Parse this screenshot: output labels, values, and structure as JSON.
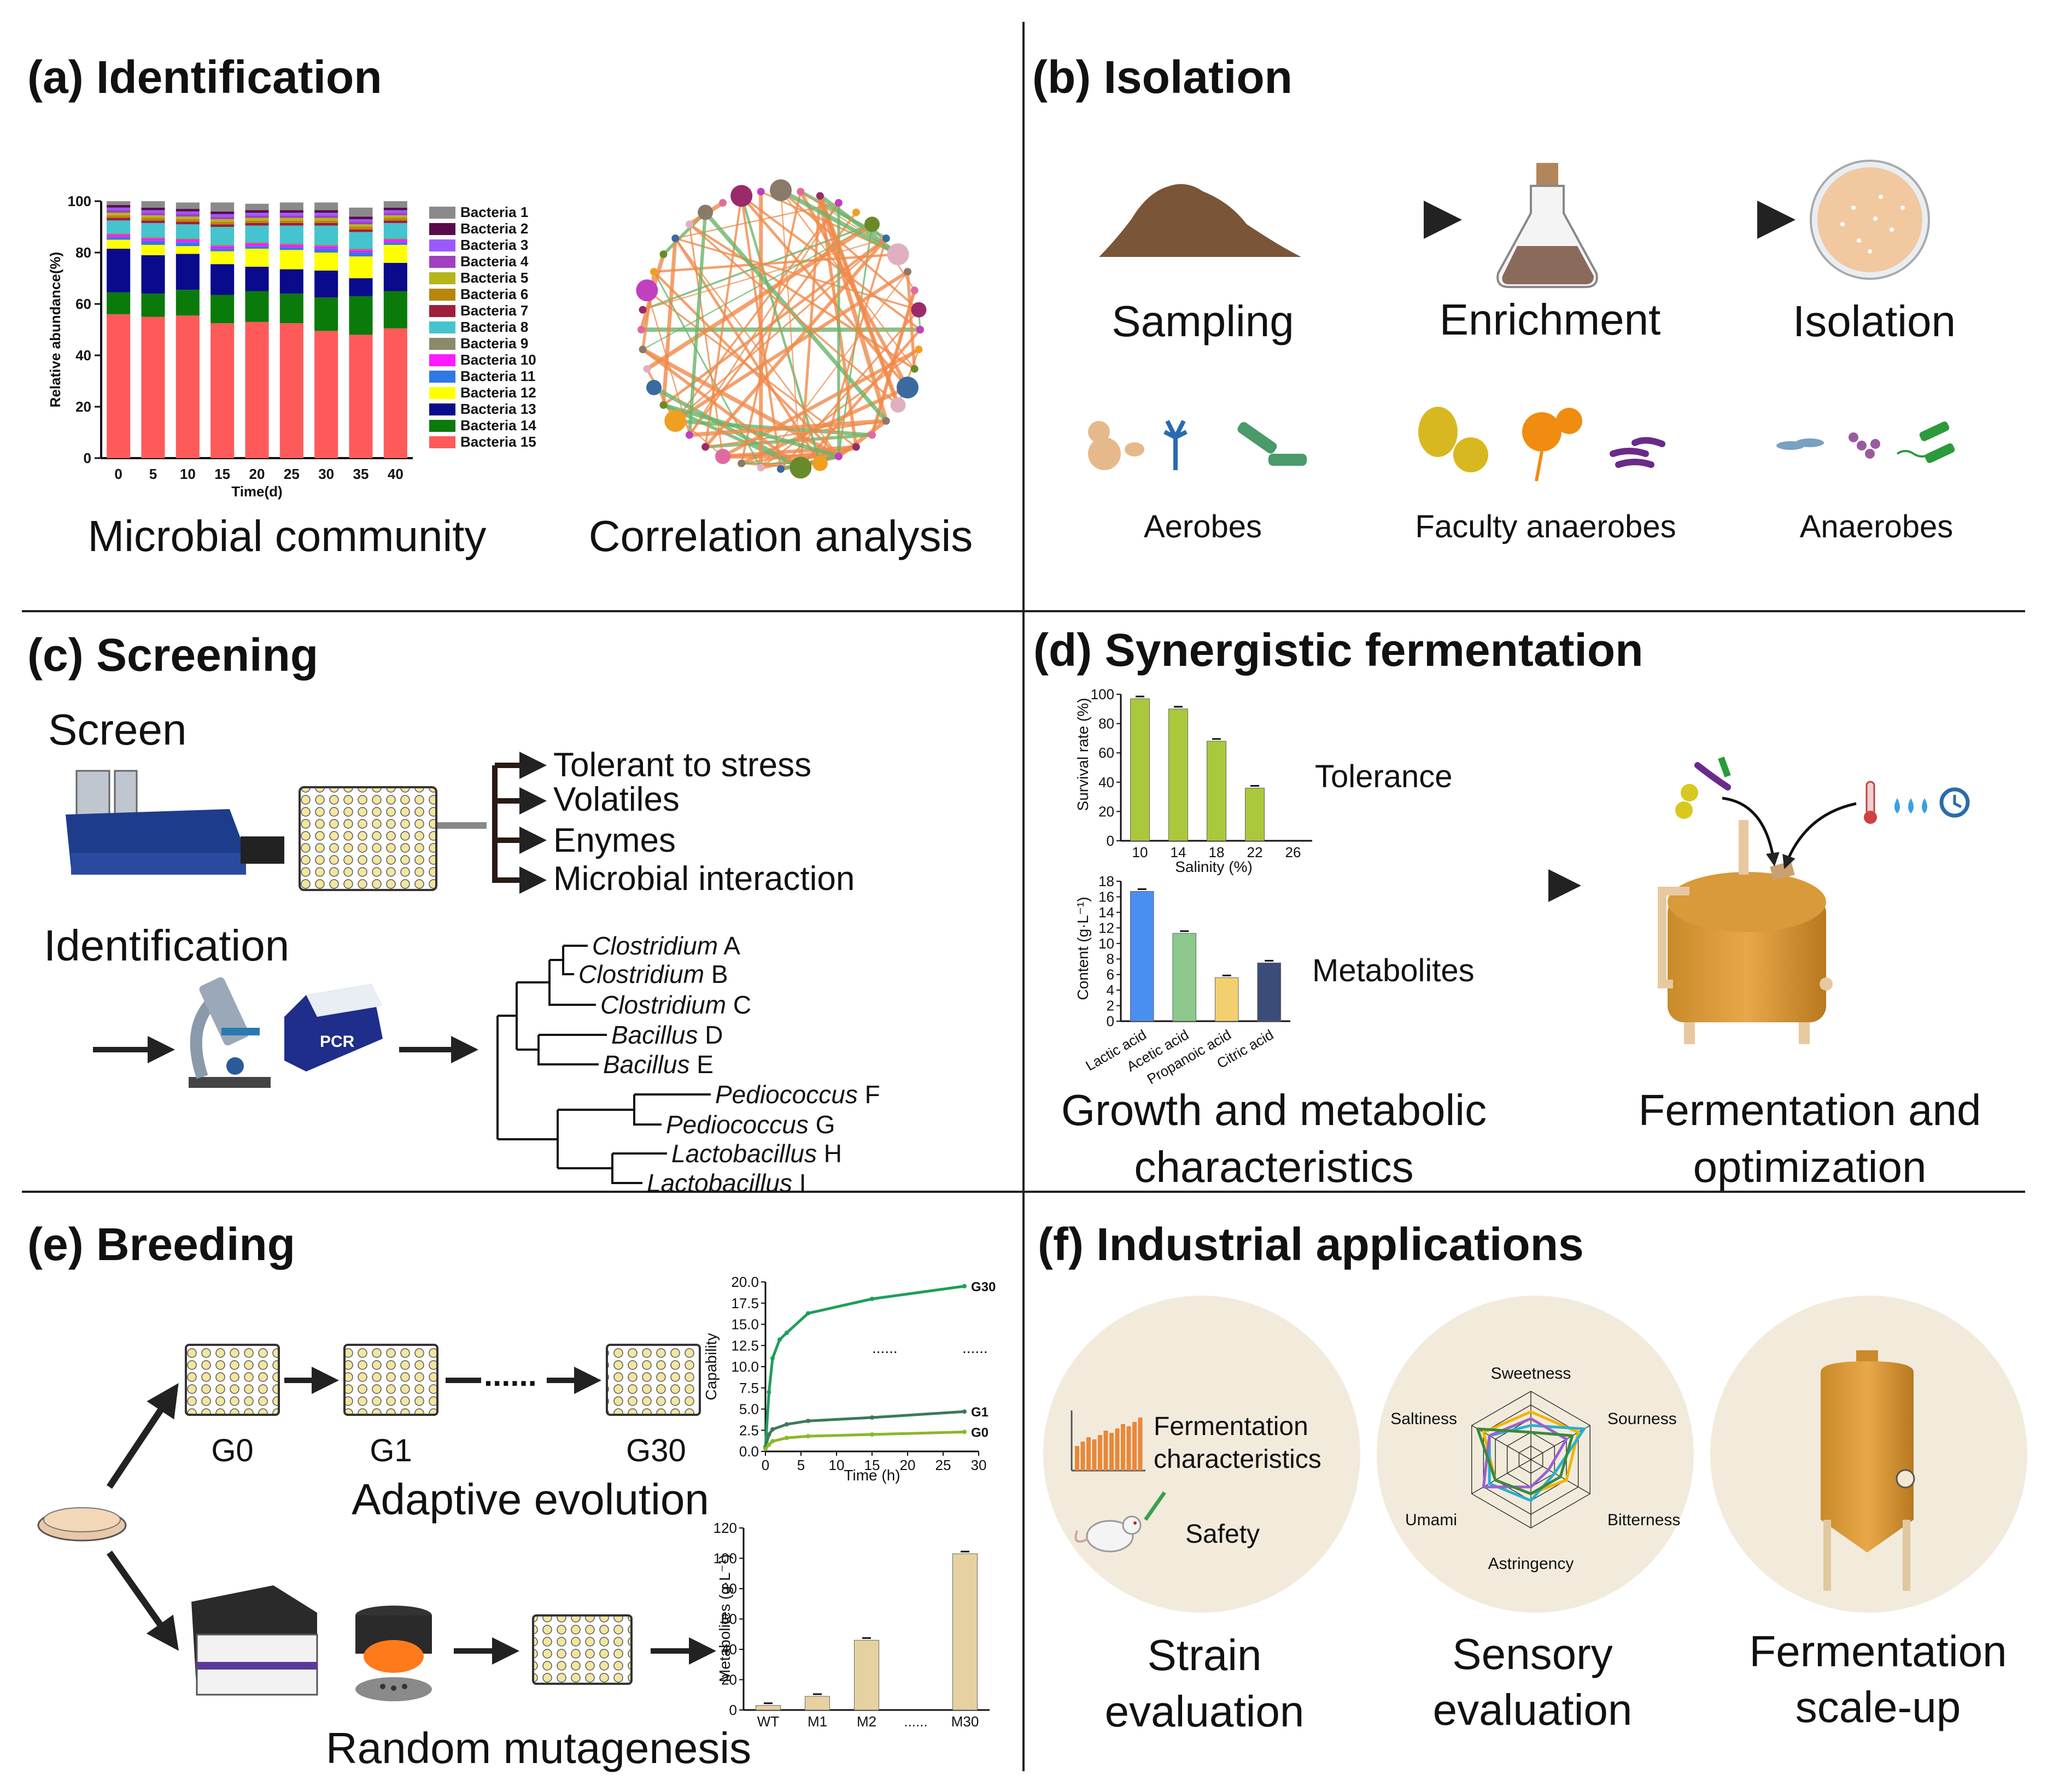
{
  "panels": {
    "a": {
      "heading": "(a) Identification",
      "cap1": "Microbial community",
      "cap2": "Correlation analysis"
    },
    "b": {
      "heading": "(b) Isolation",
      "steps": [
        "Sampling",
        "Enrichment",
        "Isolation"
      ],
      "types": [
        "Aerobes",
        "Faculty anaerobes",
        "Anaerobes"
      ]
    },
    "c": {
      "heading": "(c) Screening",
      "screen": "Screen",
      "targets": [
        "Tolerant to stress",
        "Volatiles",
        "Enymes",
        "Microbial interaction"
      ],
      "identification": "Identification",
      "pcr": "PCR",
      "tree": [
        {
          "genus": "Clostridium",
          "tag": "A"
        },
        {
          "genus": "Clostridium",
          "tag": "B"
        },
        {
          "genus": "Clostridium",
          "tag": "C"
        },
        {
          "genus": "Bacillus",
          "tag": "D"
        },
        {
          "genus": "Bacillus",
          "tag": "E"
        },
        {
          "genus": "Pediococcus",
          "tag": "F"
        },
        {
          "genus": "Pediococcus",
          "tag": "G"
        },
        {
          "genus": "Lactobacillus",
          "tag": "H"
        },
        {
          "genus": "Lactobacillus",
          "tag": "I"
        }
      ]
    },
    "d": {
      "heading": "(d) Synergistic fermentation",
      "tolerance": "Tolerance",
      "metabolites": "Metabolites",
      "cap1a": "Growth and metabolic",
      "cap1b": "characteristics",
      "cap2a": "Fermentation and",
      "cap2b": "optimization"
    },
    "e": {
      "heading": "(e) Breeding",
      "gens": [
        "G0",
        "G1",
        "G30"
      ],
      "dots": "......",
      "adaptive": "Adaptive evolution",
      "random": "Random mutagenesis"
    },
    "f": {
      "heading": "(f) Industrial applications",
      "ferm_char_1": "Fermentation",
      "ferm_char_2": "characteristics",
      "safety": "Safety",
      "cap1a": "Strain",
      "cap1b": "evaluation",
      "cap2a": "Sensory",
      "cap2b": "evaluation",
      "cap3a": "Fermentation",
      "cap3b": "scale-up",
      "radar_axes": [
        "Sweetness",
        "Sourness",
        "Bitterness",
        "Astringency",
        "Umami",
        "Saltiness"
      ]
    }
  },
  "chart_data": [
    {
      "id": "community",
      "type": "bar",
      "stacked": true,
      "ylabel": "Relative abundance(%)",
      "xlabel": "Time(d)",
      "ylim": [
        0,
        100
      ],
      "yticks": [
        0,
        20,
        40,
        60,
        80,
        100
      ],
      "categories": [
        "0",
        "5",
        "10",
        "15",
        "20",
        "25",
        "30",
        "35",
        "40"
      ],
      "series": [
        {
          "name": "Bacteria 15",
          "color": "#ff5a5a",
          "values": [
            56,
            55,
            55.5,
            52.5,
            53,
            52.5,
            49.5,
            48,
            50.5
          ]
        },
        {
          "name": "Bacteria 14",
          "color": "#0a7a0a",
          "values": [
            8.5,
            9,
            10,
            11,
            12,
            11.5,
            13,
            15,
            14.5
          ]
        },
        {
          "name": "Bacteria 13",
          "color": "#0a0a8c",
          "values": [
            17,
            15,
            14,
            12,
            9.5,
            9.5,
            10.5,
            7,
            11
          ]
        },
        {
          "name": "Bacteria 12",
          "color": "#ffff00",
          "values": [
            3.5,
            4,
            3,
            5,
            7,
            7.5,
            7,
            8.5,
            7
          ]
        },
        {
          "name": "Bacteria 11",
          "color": "#2e79e6",
          "values": [
            1,
            1.5,
            1.5,
            1,
            1,
            1,
            1.5,
            1.5,
            1
          ]
        },
        {
          "name": "Bacteria 10",
          "color": "#ff1aff",
          "values": [
            1,
            1,
            1,
            1,
            1,
            1,
            1,
            1,
            1
          ]
        },
        {
          "name": "Bacteria 9",
          "color": "#8a8a6a",
          "values": [
            0.5,
            0.5,
            0.5,
            0.5,
            0.5,
            0.5,
            0.5,
            0.5,
            0.5
          ]
        },
        {
          "name": "Bacteria 8",
          "color": "#45c3cf",
          "values": [
            5,
            5.5,
            5.5,
            7,
            6.5,
            7,
            7.5,
            6.5,
            6
          ]
        },
        {
          "name": "Bacteria 7",
          "color": "#a01e3c",
          "values": [
            1,
            1,
            1,
            1,
            1,
            1,
            1,
            1,
            1
          ]
        },
        {
          "name": "Bacteria 6",
          "color": "#b8860b",
          "values": [
            1,
            1,
            1,
            1,
            1,
            1,
            1,
            1,
            1
          ]
        },
        {
          "name": "Bacteria 5",
          "color": "#b5b51a",
          "values": [
            1,
            1,
            1,
            1,
            1,
            1,
            1,
            1,
            1
          ]
        },
        {
          "name": "Bacteria 4",
          "color": "#a040c0",
          "values": [
            1,
            1,
            1,
            1,
            1,
            1,
            1,
            1,
            1
          ]
        },
        {
          "name": "Bacteria 3",
          "color": "#9a5aff",
          "values": [
            1,
            1,
            1,
            1,
            1,
            1,
            1,
            1,
            1
          ]
        },
        {
          "name": "Bacteria 2",
          "color": "#5a0a4a",
          "values": [
            1,
            1,
            1,
            1,
            1,
            1,
            1,
            1,
            1
          ]
        },
        {
          "name": "Bacteria 1",
          "color": "#8a8a8a",
          "values": [
            1.5,
            2.5,
            2.5,
            3.5,
            2.5,
            3,
            3,
            3.5,
            2.5
          ]
        }
      ]
    },
    {
      "id": "salinity",
      "type": "bar",
      "ylabel": "Survival rate (%)",
      "xlabel": "Salinity (%)",
      "ylim": [
        0,
        100
      ],
      "yticks": [
        0,
        20,
        40,
        60,
        80,
        100
      ],
      "categories": [
        "10",
        "14",
        "18",
        "22",
        "26"
      ],
      "values": [
        97,
        90,
        68,
        36,
        0
      ],
      "color": "#aac83c"
    },
    {
      "id": "metabolites",
      "type": "bar",
      "ylabel": "Content (g·L⁻¹)",
      "ylim": [
        0,
        18
      ],
      "yticks": [
        0,
        2,
        4,
        6,
        8,
        10,
        12,
        14,
        16,
        18
      ],
      "categories": [
        "Lactic acid",
        "Acetic acid",
        "Propanoic acid",
        "Citric acid"
      ],
      "values": [
        16.7,
        11.3,
        5.6,
        7.5
      ],
      "colors": [
        "#4a8ef0",
        "#8cc88c",
        "#f2d070",
        "#3c4c78"
      ]
    },
    {
      "id": "capability",
      "type": "line",
      "ylabel": "Capability",
      "xlabel": "Time (h)",
      "xlim": [
        0,
        30
      ],
      "ylim": [
        0,
        20
      ],
      "xticks": [
        0,
        5,
        10,
        15,
        20,
        25,
        30
      ],
      "yticks": [
        0.0,
        2.5,
        5.0,
        7.5,
        10.0,
        12.5,
        15.0,
        17.5,
        20.0
      ],
      "series": [
        {
          "name": "G30",
          "color": "#1e9e5a",
          "x": [
            0,
            0.5,
            1,
            2,
            3,
            6,
            15,
            28
          ],
          "y": [
            0.5,
            7,
            11,
            13.2,
            14,
            16.3,
            18,
            19.5
          ]
        },
        {
          "name": "G1",
          "color": "#3a7a5a",
          "x": [
            0,
            0.5,
            1,
            3,
            6,
            15,
            28
          ],
          "y": [
            0.5,
            2,
            2.6,
            3.2,
            3.6,
            4,
            4.7
          ]
        },
        {
          "name": "G0",
          "color": "#8ab82a",
          "x": [
            0,
            0.5,
            1,
            3,
            6,
            15,
            28
          ],
          "y": [
            0.3,
            0.8,
            1.2,
            1.6,
            1.8,
            2,
            2.3
          ]
        }
      ]
    },
    {
      "id": "mutant-metabolites",
      "type": "bar",
      "ylabel": "Metabolites (g·L⁻¹)",
      "ylim": [
        0,
        120
      ],
      "yticks": [
        0,
        20,
        40,
        60,
        80,
        100,
        120
      ],
      "categories": [
        "WT",
        "M1",
        "M2",
        "......",
        "M30"
      ],
      "values": [
        3,
        9,
        46,
        null,
        103
      ],
      "color": "#e6d2a0"
    },
    {
      "id": "sensory-radar",
      "type": "radar",
      "axes": [
        "Sweetness",
        "Sourness",
        "Bitterness",
        "Astringency",
        "Umami",
        "Saltiness"
      ],
      "max": 10,
      "series": [
        {
          "color": "#f0b400",
          "values": [
            7,
            8,
            6,
            5,
            6,
            8
          ]
        },
        {
          "color": "#2ab0d0",
          "values": [
            5,
            9,
            4,
            6,
            7,
            7
          ]
        },
        {
          "color": "#9a60d0",
          "values": [
            6,
            6,
            3,
            4,
            8,
            7
          ]
        },
        {
          "color": "#3a8a3a",
          "values": [
            4,
            7,
            5,
            5,
            6,
            9
          ]
        }
      ]
    }
  ]
}
